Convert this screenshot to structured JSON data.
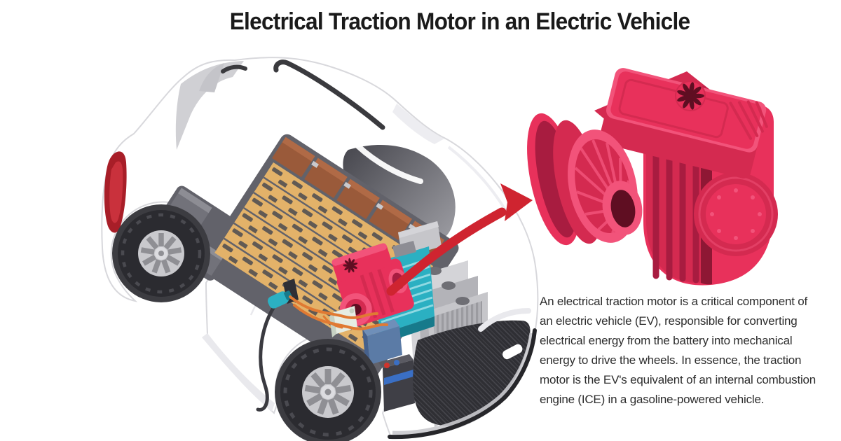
{
  "header": {
    "title": "Electrical Traction Motor in an Electric Vehicle"
  },
  "description": {
    "lines": [
      "An electrical traction motor is a critical component of",
      "an electric vehicle (EV), responsible for converting",
      "electrical energy from the battery into mechanical",
      "energy to drive the wheels. In essence, the traction",
      "motor is the EV's equivalent of an internal combustion",
      "engine (ICE) in a gasoline-powered vehicle."
    ]
  },
  "illustration": {
    "car": "cutaway electric vehicle showing battery pack and drivetrain",
    "motor": "electric traction motor close-up",
    "arrow": "callout arrow from engine bay to motor"
  },
  "colors": {
    "page_bg": "#ffffff",
    "title_text": "#1a1a1a",
    "body_text": "#2d2d2d",
    "motor_red": "#e8315b",
    "motor_red_light": "#f2537a",
    "motor_red_mid": "#d42a50",
    "motor_red_dark": "#a81c40",
    "motor_red_deep": "#8e1734",
    "motor_hole": "#5f0e22",
    "arrow_red": "#cf2430",
    "car_white": "#ffffff",
    "car_shadow": "#e9e9ed",
    "car_outline": "#d8d8dc",
    "glass_gray": "#c4c4c9",
    "cabin_gray": "#4b4b52",
    "cabin_gray_light": "#9b9ba1",
    "rail_dark": "#3a3a3e",
    "taillight": "#a81e28",
    "taillight_light": "#cf3540",
    "tire": "#2b2b30",
    "tire_tread": "#4a4a50",
    "rim": "#c9c9cd",
    "spoke": "#8f8f94",
    "hub": "#dcdce0",
    "wheelwell": "#3c3c41",
    "battery_tan": "#e3b269",
    "battery_slot": "#4a4a50",
    "module_brown": "#9a5a3a",
    "module_brown_light": "#b06a46",
    "clip_silver": "#c9c9cd",
    "pack_gray": "#72727a",
    "pack_gray_light": "#8d8d94",
    "pack_base": "#62626a",
    "inverter_teal": "#2bb0c2",
    "inverter_teal_dark": "#177a8b",
    "inverter_fin": "#8fd9e2",
    "radiator_gray": "#c6c6ca",
    "radiator_gray_light": "#d4d4d8",
    "radiator_bg": "#b3b3b8",
    "radiator_fin": "#9b9ba0",
    "cap_gray": "#6e6e74",
    "charger_blue": "#5b7ba6",
    "charger_blue_light": "#6f8fb9",
    "charger_blue_dark": "#46618c",
    "reservoir_mint": "#e6ede3",
    "reservoir_mint_dark": "#c7d2c4",
    "aux_battery": "#3f3f46",
    "aux_battery_light": "#5a5a62",
    "terminal_red": "#d0342c",
    "terminal_blue": "#3a6fc4",
    "cable_orange": "#e07a33",
    "cable_dark": "#3a3a40",
    "port_dark": "#2f2f35",
    "grille_dark": "#2f2f34",
    "grille_mesh": "#5c5c63",
    "chrome": "#c9c9cd",
    "bumper_lip": "#26262a"
  }
}
